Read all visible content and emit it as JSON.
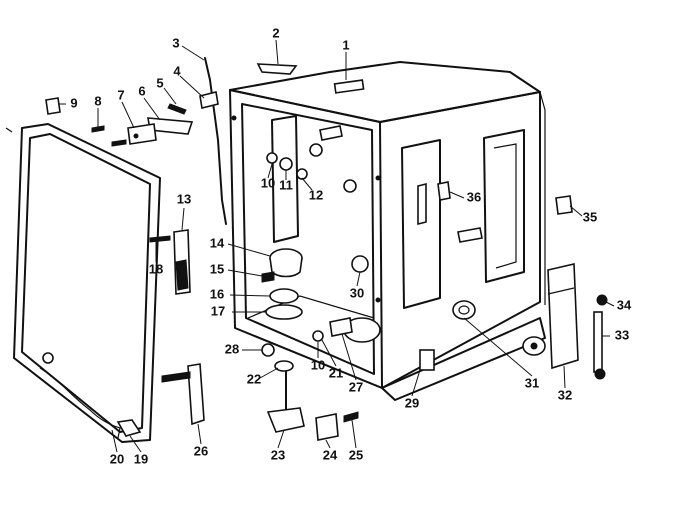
{
  "callouts": [
    "1",
    "2",
    "3",
    "4",
    "5",
    "6",
    "7",
    "8",
    "9",
    "10",
    "11",
    "12",
    "13",
    "14",
    "15",
    "16",
    "17",
    "18",
    "20",
    "19",
    "26",
    "23",
    "24",
    "25",
    "28",
    "22",
    "10",
    "21",
    "27",
    "29",
    "30",
    "31",
    "32",
    "33",
    "34",
    "35",
    "36"
  ],
  "colors": {
    "ink": "#111111",
    "paper": "#ffffff"
  }
}
